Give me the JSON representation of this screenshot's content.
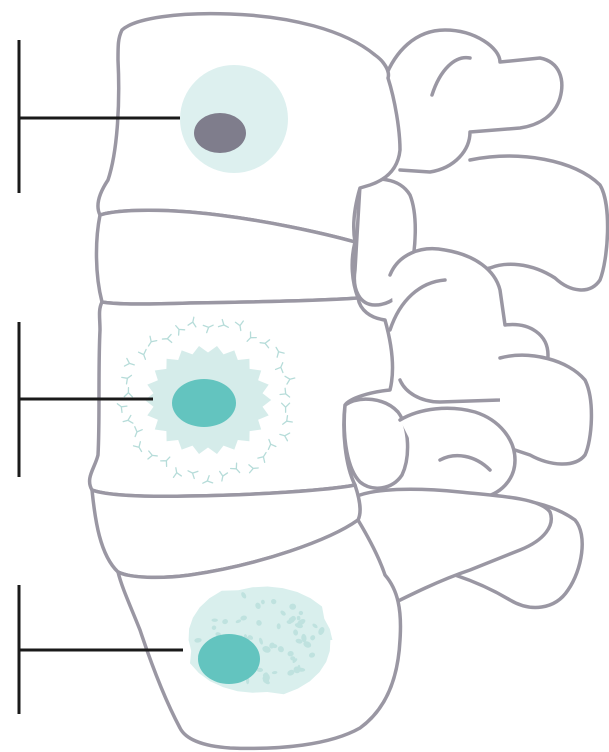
{
  "diagram": {
    "subject": "lateral-view-vertebral-column",
    "callouts": [
      {
        "id": "upper",
        "lesion": "dark-nidus-with-halo"
      },
      {
        "id": "middle",
        "lesion": "teal-nidus-with-star-halo"
      },
      {
        "id": "lower",
        "lesion": "teal-nidus-with-speckled-halo"
      }
    ]
  },
  "colors": {
    "bone_fill": "#ffffff",
    "bone_outline": "#9a97a3",
    "leader_line": "#1a1a1a",
    "halo_light": "#ddf0ef",
    "halo_mid": "#c9e8e6",
    "nidus_dark": "#7f7d8c",
    "nidus_teal": "#63c4bf",
    "tick_marks": "#b6dcd9",
    "speckles": "#bfe2df"
  }
}
